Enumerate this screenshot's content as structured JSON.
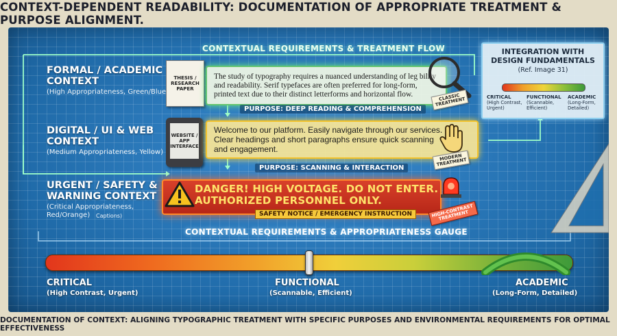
{
  "title": "CONTEXT-DEPENDENT READABILITY: DOCUMENTATION OF APPROPRIATE TREATMENT & PURPOSE ALIGNMENT.",
  "footer": "DOCUMENTATION OF CONTEXT: ALIGNING TYPOGRAPHIC TREATMENT WITH SPECIFIC PURPOSES AND ENVIRONMENTAL REQUIREMENTS FOR OPTIMAL EFFECTIVENESS",
  "flow": {
    "heading": "CONTEXTUAL REQUIREMENTS & TREATMENT FLOW",
    "purpose_reading": "PURPOSE: DEEP READING & COMPREHENSION",
    "purpose_scanning": "PURPOSE: SCANNING & INTERACTION"
  },
  "contexts": {
    "formal": {
      "line1": "FORMAL / ACADEMIC",
      "line2": "CONTEXT",
      "sub": "(High Appropriateness, Green/Blue)"
    },
    "digital": {
      "line1": "DIGITAL / UI & WEB",
      "line2": "CONTEXT",
      "sub": "(Medium Appropriateness, Yellow)"
    },
    "urgent": {
      "line1": "URGENT / SAFETY &",
      "line2": "WARNING CONTEXT",
      "sub1": "(Critical Appropriateness,",
      "sub2": "Red/Orange)",
      "captions": "Captions)"
    }
  },
  "icons": {
    "paper": {
      "l1": "THESIS /",
      "l2": "RESEARCH",
      "l3": "PAPER"
    },
    "tablet": {
      "l1": "WEBSITE /",
      "l2": "APP",
      "l3": "INTERFACE"
    }
  },
  "samples": {
    "academic": [
      "The study of typography requires a nuanced understanding of leg bility",
      "and readability. Serif typefaces are often preferred for long-form,",
      "printed text due to their distinct letterforms and horizontal flow."
    ],
    "web": [
      "Welcome to our platform. Easily navigate through our services.",
      "Clear headings and short paragraphs ensure quick scanning",
      "and engagement."
    ],
    "danger": [
      "DANGER! HIGH VOLTAGE. DO NOT ENTER.",
      "AUTHORIZED PERSONNEL ONLY."
    ],
    "safety_notice": "SAFETY NOTICE / EMERGENCY INSTRUCTION"
  },
  "tags": {
    "classic": {
      "l1": "CLASSIC",
      "l2": "TREATMENT"
    },
    "modern": {
      "l1": "MODERN",
      "l2": "TREATMENT"
    },
    "contrast": {
      "l1": "HIGH-CONTRAST",
      "l2": "TREATMENT"
    }
  },
  "integration": {
    "h1": "INTEGRATION WITH",
    "h2": "DESIGN FUNDAMENTALS",
    "ref": "(Ref. Image 31)",
    "labels": [
      {
        "t": "CRITICAL",
        "s1": "(High Contrast,",
        "s2": "Urgent)"
      },
      {
        "t": "FUNCTIONAL",
        "s1": "(Scannable,",
        "s2": "Efficient)"
      },
      {
        "t": "ACADEMIC",
        "s1": "(Long-Form,",
        "s2": "Detailed)"
      }
    ]
  },
  "gauge": {
    "heading": "CONTEXTUAL REQUIREMENTS & APPROPRIATENESS GAUGE",
    "critical": "CRITICAL",
    "critical_sub": "(High Contrast, Urgent)",
    "functional": "FUNCTIONAL",
    "functional_sub": "(Scannable, Efficient)",
    "academic": "ACADEMIC",
    "academic_sub": "(Long-Form, Detailed)",
    "marker_value": 0.5
  },
  "colors": {
    "board": "#1f6fae",
    "green": "#62c46f",
    "yellow": "#f2c22a",
    "red": "#d8402a",
    "flow_line": "#9fffc9"
  }
}
